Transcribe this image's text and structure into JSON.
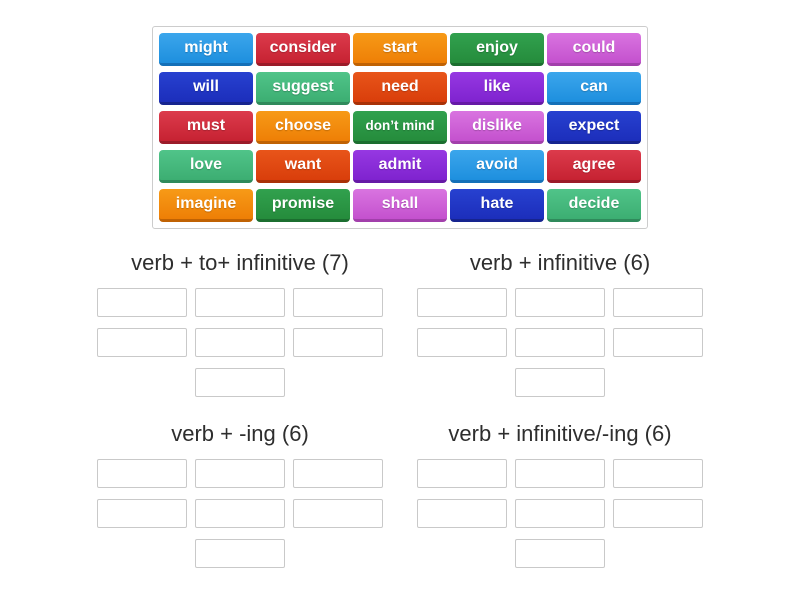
{
  "palette": {
    "lightblue": {
      "top": "#3BA6EC",
      "bottom": "#1E8FDE",
      "edge": "#1470B8"
    },
    "crimson": {
      "top": "#DC3B4C",
      "bottom": "#C62232",
      "edge": "#9B1B29"
    },
    "orange": {
      "top": "#F79A17",
      "bottom": "#EE7F06",
      "edge": "#C06203"
    },
    "green": {
      "top": "#31A14E",
      "bottom": "#258C3C",
      "edge": "#1B6E2F"
    },
    "orchid": {
      "top": "#D974E0",
      "bottom": "#C451CE",
      "edge": "#A23FAB"
    },
    "darkblue": {
      "top": "#2741D0",
      "bottom": "#1C2EBB",
      "edge": "#16248F"
    },
    "seagreen": {
      "top": "#50C489",
      "bottom": "#3CAE72",
      "edge": "#2F8A5B"
    },
    "redorange": {
      "top": "#E8551A",
      "bottom": "#D93E0B",
      "edge": "#A93107"
    },
    "purple": {
      "top": "#9638E2",
      "bottom": "#7F23CF",
      "edge": "#6619A6"
    }
  },
  "word_bank": {
    "tiles": [
      {
        "label": "might",
        "color": "lightblue"
      },
      {
        "label": "consider",
        "color": "crimson"
      },
      {
        "label": "start",
        "color": "orange"
      },
      {
        "label": "enjoy",
        "color": "green"
      },
      {
        "label": "could",
        "color": "orchid"
      },
      {
        "label": "will",
        "color": "darkblue"
      },
      {
        "label": "suggest",
        "color": "seagreen"
      },
      {
        "label": "need",
        "color": "redorange"
      },
      {
        "label": "like",
        "color": "purple"
      },
      {
        "label": "can",
        "color": "lightblue"
      },
      {
        "label": "must",
        "color": "crimson"
      },
      {
        "label": "choose",
        "color": "orange"
      },
      {
        "label": "don’t mind",
        "color": "green"
      },
      {
        "label": "dislike",
        "color": "orchid"
      },
      {
        "label": "expect",
        "color": "darkblue"
      },
      {
        "label": "love",
        "color": "seagreen"
      },
      {
        "label": "want",
        "color": "redorange"
      },
      {
        "label": "admit",
        "color": "purple"
      },
      {
        "label": "avoid",
        "color": "lightblue"
      },
      {
        "label": "agree",
        "color": "crimson"
      },
      {
        "label": "imagine",
        "color": "orange"
      },
      {
        "label": "promise",
        "color": "green"
      },
      {
        "label": "shall",
        "color": "orchid"
      },
      {
        "label": "hate",
        "color": "darkblue"
      },
      {
        "label": "decide",
        "color": "seagreen"
      }
    ]
  },
  "categories": [
    {
      "label": "verb + to+ infinitive (7)",
      "slot_count": 7
    },
    {
      "label": "verb + infinitive (6)",
      "slot_count": 7
    },
    {
      "label": "verb + -ing (6)",
      "slot_count": 7
    },
    {
      "label": "verb + infinitive/-ing (6)",
      "slot_count": 7
    }
  ]
}
